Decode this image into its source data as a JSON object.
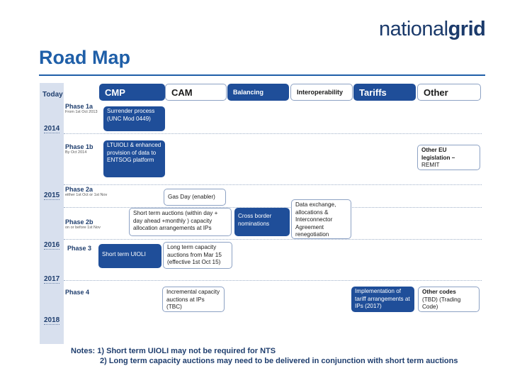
{
  "header": {
    "logo_part1": "national",
    "logo_part2": "grid",
    "title": "Road Map"
  },
  "timeline": {
    "today": "Today",
    "years": [
      "2014",
      "2015",
      "2016",
      "2017",
      "2018"
    ]
  },
  "phases": [
    {
      "label": "Phase 1a",
      "sub": "From 1st Oct 2013"
    },
    {
      "label": "Phase 1b",
      "sub": "By Oct 2014"
    },
    {
      "label": "Phase 2a",
      "sub": "either 1st Oct or 1st Nov"
    },
    {
      "label": "Phase 2b",
      "sub": "on or before 1st Nov"
    },
    {
      "label": "Phase 3",
      "sub": ""
    },
    {
      "label": "Phase 4",
      "sub": ""
    }
  ],
  "columns": [
    "CMP",
    "CAM",
    "Balancing",
    "Interoperability",
    "Tariffs",
    "Other"
  ],
  "boxes": {
    "surrender": "Surrender process (UNC Mod 0449)",
    "ltuioli": "LTUIOLI & enhanced provision of data to ENTSOG platform",
    "other_eu_bold": "Other EU legislation –",
    "other_eu_rest": "REMIT",
    "gas_day": "Gas Day (enabler)",
    "short_term_auctions": "Short term auctions (within day + day ahead +monthly ) capacity allocation arrangements at IPs",
    "cross_border": "Cross border nominations",
    "data_exchange": "Data exchange, allocations & Interconnector Agreement renegotiation",
    "short_term_uioli": "Short term UIOLI",
    "long_term_auctions": "Long term capacity auctions from Mar 15 (effective 1st Oct 15)",
    "incremental": "Incremental capacity auctions at IPs (TBC)",
    "implementation": "Implementation of tariff arrangements at IPs (2017)",
    "other_codes_bold": "Other codes",
    "other_codes_rest": "(TBD) (Trading Code)"
  },
  "notes": {
    "line1": "Notes: 1) Short term UIOLI may not be required for NTS",
    "line2": "2) Long term capacity auctions may need to be delivered in conjunction with short term auctions"
  },
  "colors": {
    "brand_blue": "#1f4e99",
    "title_blue": "#1f5fa8",
    "timeline_bg": "#d8e0ee",
    "logo_navy": "#1b3a6b"
  }
}
